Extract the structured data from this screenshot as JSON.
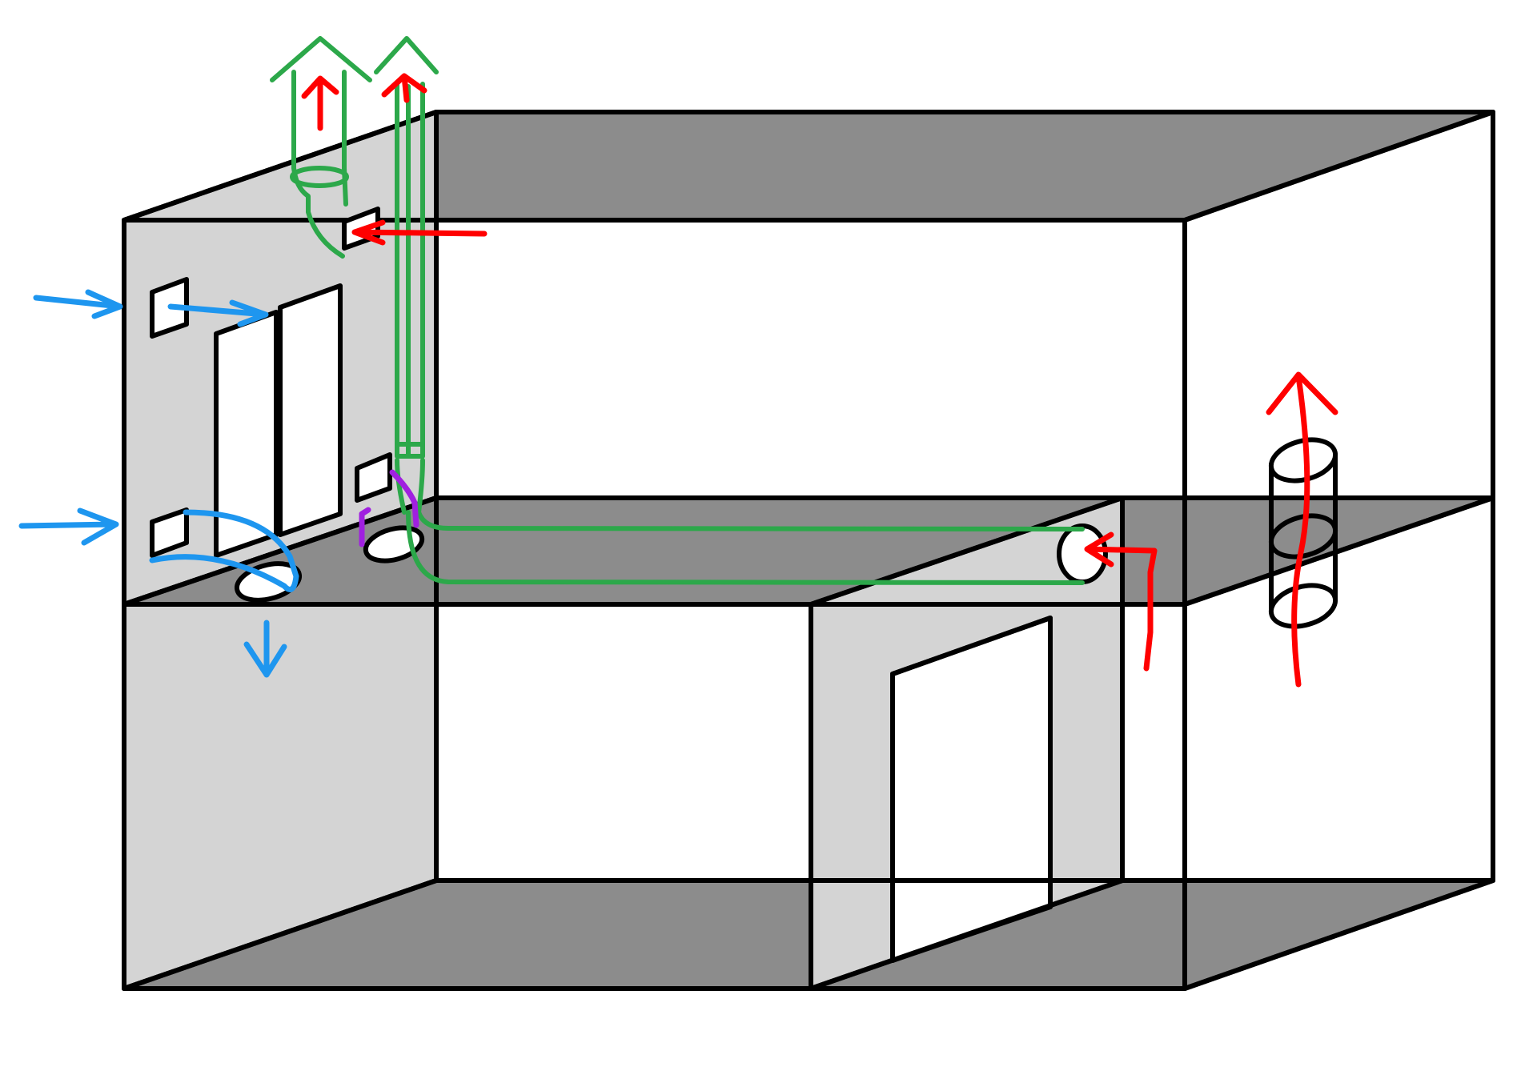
{
  "diagram": {
    "kind": "ventilation-airflow-sketch",
    "labels": [],
    "colors": {
      "background": "#ffffff",
      "outline": "#000000",
      "wall_light": "#d4d4d4",
      "surface_dark": "#8c8c8c",
      "opening_white": "#ffffff",
      "fresh_air_arrow": "#1e96ef",
      "warm_air_arrow": "#ff0000",
      "duct": "#2ca84a",
      "seal": "#a020e0"
    },
    "flows": [
      {
        "name": "fresh-air-inflow",
        "color_key": "fresh_air_arrow"
      },
      {
        "name": "warm-air-exhaust",
        "color_key": "warm_air_arrow"
      },
      {
        "name": "exhaust-duct",
        "color_key": "duct"
      }
    ]
  }
}
